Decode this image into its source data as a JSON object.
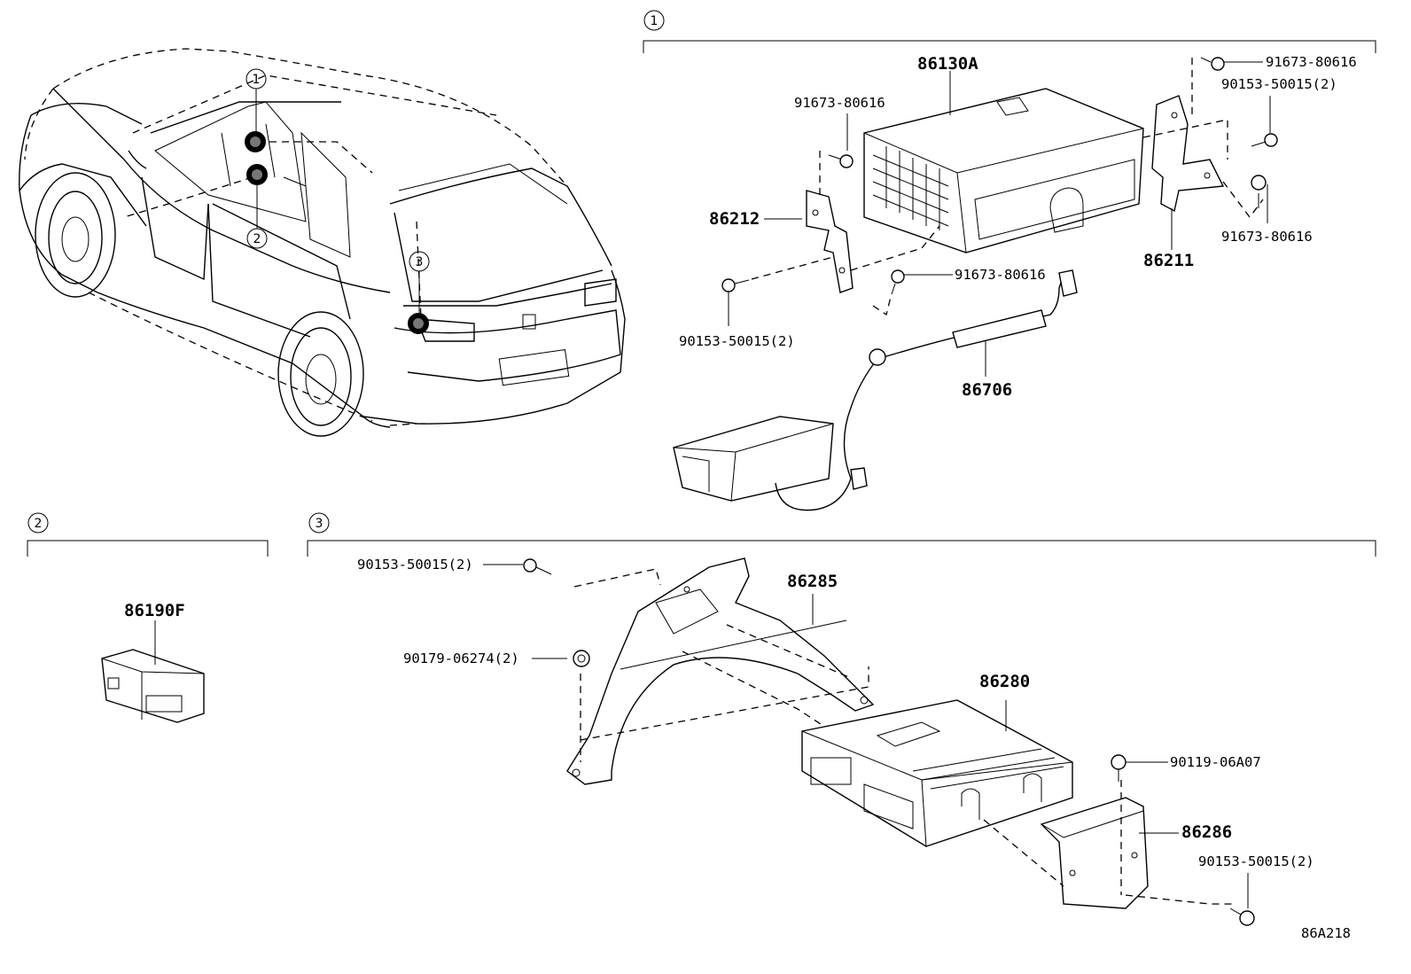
{
  "diagram_code": "86A218",
  "sections": {
    "s1": {
      "number": "1"
    },
    "s2": {
      "number": "2"
    },
    "s3": {
      "number": "3"
    }
  },
  "callouts": {
    "car_1": "1",
    "car_2": "2",
    "car_3": "3"
  },
  "parts": {
    "p86130A": "86130A",
    "p86212": "86212",
    "p86211": "86211",
    "p86706": "86706",
    "p86190F": "86190F",
    "p86285": "86285",
    "p86280": "86280",
    "p86286": "86286",
    "b91673_top_right": "91673-80616",
    "b90153_top_right": "90153-50015(2)",
    "b91673_mid_left": "91673-80616",
    "b91673_right_low": "91673-80616",
    "b91673_center": "91673-80616",
    "b90153_left": "90153-50015(2)",
    "b90153_s3_top": "90153-50015(2)",
    "b90179": "90179-06274(2)",
    "b90119": "90119-06A07",
    "b90153_s3_bottom": "90153-50015(2)"
  }
}
